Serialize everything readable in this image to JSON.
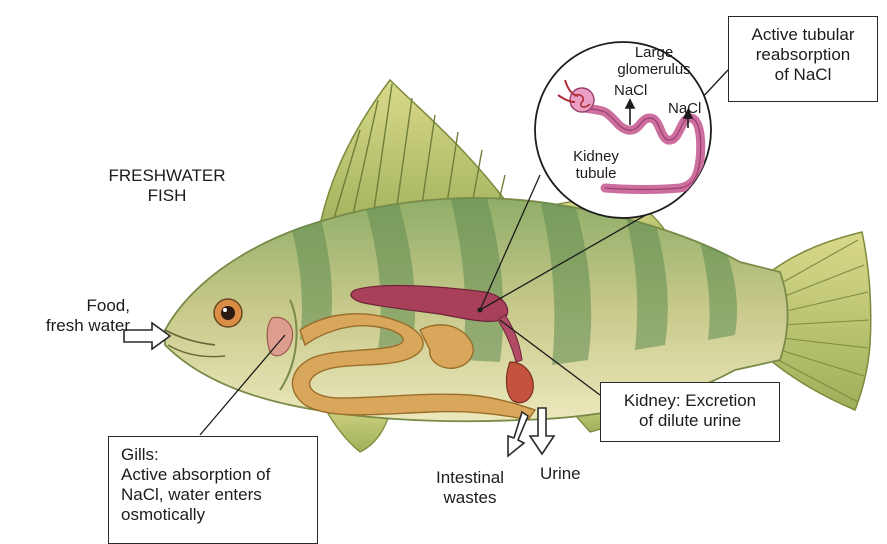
{
  "title": "FRESHWATER FISH",
  "title_lines": [
    "FRESHWATER",
    "FISH"
  ],
  "labels": {
    "food_water": [
      "Food,",
      "fresh water"
    ],
    "gills": [
      "Gills:",
      "Active absorption of",
      "NaCl, water enters",
      "osmotically"
    ],
    "kidney": [
      "Kidney: Excretion",
      "of dilute urine"
    ],
    "tubular": [
      "Active tubular",
      "reabsorption",
      "of NaCl"
    ],
    "intestinal": [
      "Intestinal",
      "wastes"
    ],
    "urine": "Urine"
  },
  "inset": {
    "glomerulus": [
      "Large",
      "glomerulus"
    ],
    "nacl_1": "NaCl",
    "nacl_2": "NaCl",
    "tubule": [
      "Kidney",
      "tubule"
    ]
  },
  "colors": {
    "fish_body": "#c9c785",
    "fish_dark_band": "#6f9a5c",
    "fins": "#b5bd6a",
    "kidney": "#a8405a",
    "tubule": "#cc6f9e",
    "intestine": "#d9a85a",
    "belly": "#ece7b8"
  }
}
